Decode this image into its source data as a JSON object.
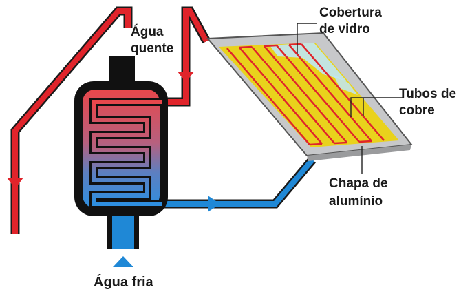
{
  "labels": {
    "hot_water": [
      "Água",
      "quente"
    ],
    "glass_cover": [
      "Cobertura",
      "de vidro"
    ],
    "copper_tubes": [
      "Tubos de",
      "cobre"
    ],
    "aluminum_plate": [
      "Chapa de",
      "alumínio"
    ],
    "cold_water": "Água fria"
  },
  "colors": {
    "hot_pipe": "#e0242b",
    "cold_pipe": "#1f88d6",
    "tank_outline": "#111111",
    "panel_frame": "#c7c8ca",
    "absorber_plate": "#e9d21c",
    "glass_highlight": "#bfe6f5",
    "leader_line": "#222222"
  }
}
